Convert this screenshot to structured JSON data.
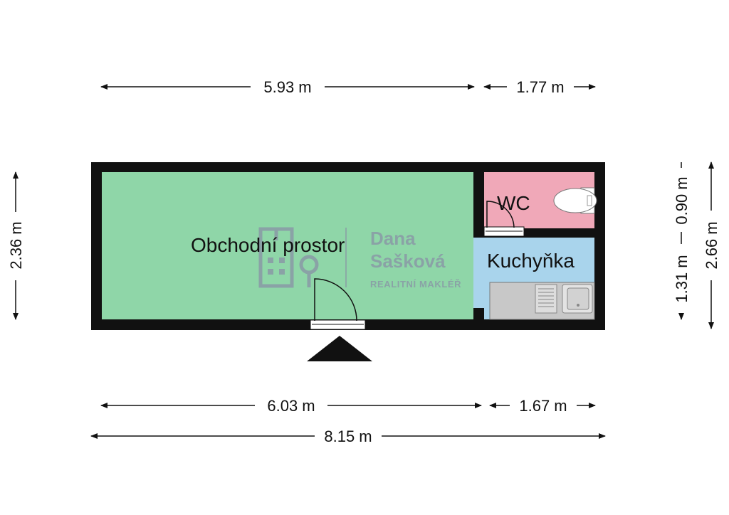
{
  "colors": {
    "wall": "#111111",
    "shop_floor": "#8fd6a8",
    "wc_floor": "#f0a8b8",
    "kitchen_floor": "#a9d4ec",
    "counter": "#c8c8c8",
    "watermark": "#8a9aa6"
  },
  "rooms": {
    "shop": {
      "label": "Obchodní prostor"
    },
    "wc": {
      "label": "WC"
    },
    "kitchen": {
      "label": "Kuchyňka"
    }
  },
  "dimensions": {
    "top_left": "5.93 m",
    "top_right": "1.77 m",
    "bottom_left": "6.03 m",
    "bottom_right": "1.67 m",
    "bottom_total": "8.15 m",
    "left_height": "2.36 m",
    "right_upper": "0.90 m",
    "right_lower": "1.31 m",
    "right_total": "2.66 m"
  },
  "watermark": {
    "name_line1": "Dana",
    "name_line2": "Sašková",
    "tagline": "REALITNÍ MAKLÉŘ"
  },
  "icons": {
    "entrance": "entrance-arrow-icon",
    "toilet": "toilet-icon",
    "sink": "sink-icon",
    "stove": "stove-icon",
    "logo": "building-logo-icon"
  }
}
